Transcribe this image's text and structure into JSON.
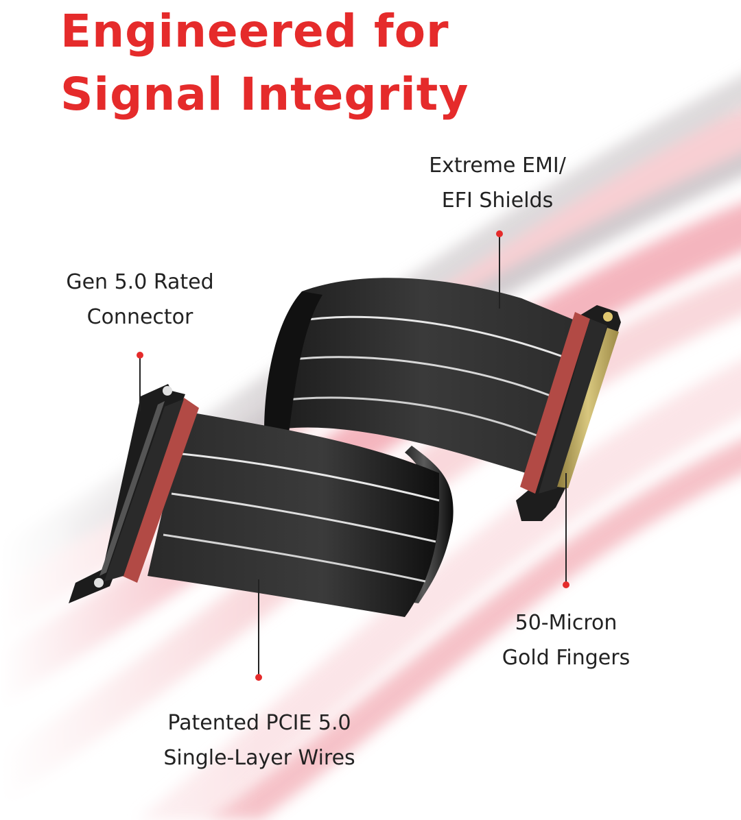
{
  "headline": {
    "line1": "Engineered for",
    "line2": "Signal Integrity"
  },
  "colors": {
    "accent": "#e52b2b",
    "cable": "#2a2a2a",
    "connector_band": "#b24a45",
    "gold": "#c9b56a",
    "text": "#222222"
  },
  "callouts": {
    "emi": {
      "line1": "Extreme EMI/",
      "line2": "EFI Shields"
    },
    "connector": {
      "line1": "Gen 5.0 Rated",
      "line2": "Connector"
    },
    "gold": {
      "line1": "50-Micron",
      "line2": "Gold Fingers"
    },
    "wires": {
      "line1": "Patented PCIE 5.0",
      "line2": "Single-Layer Wires"
    }
  }
}
